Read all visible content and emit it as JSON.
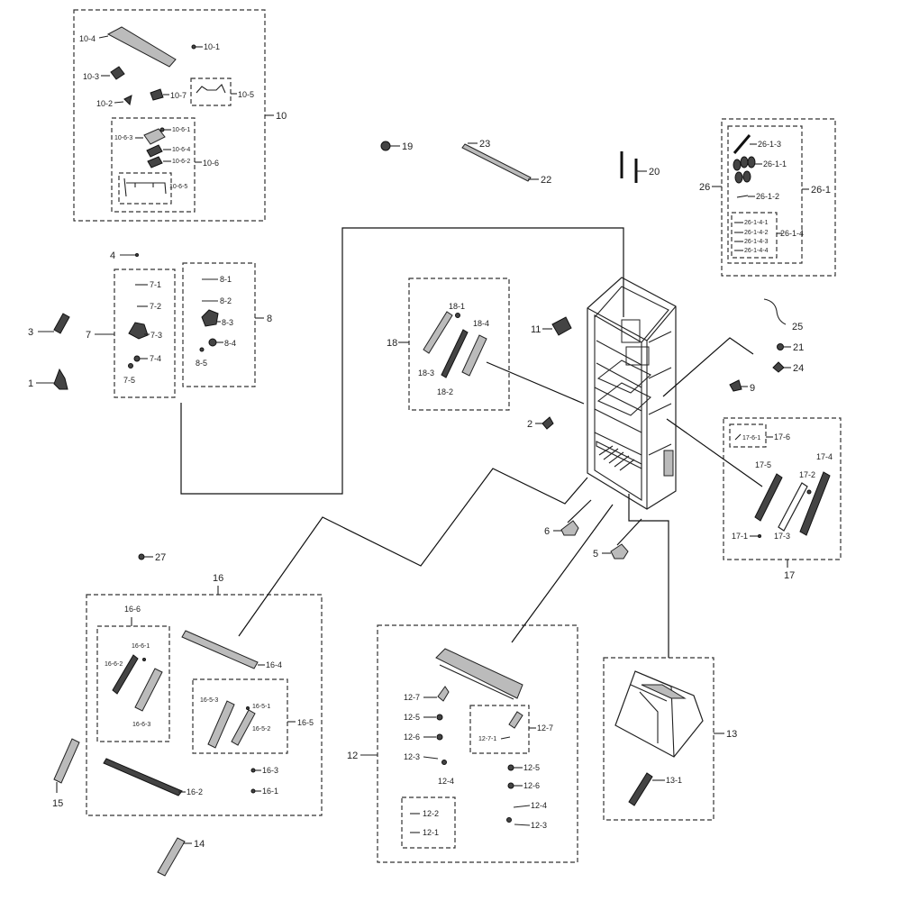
{
  "labels": {
    "l10": "10",
    "l10_1": "10-1",
    "l10_2": "10-2",
    "l10_3": "10-3",
    "l10_4": "10-4",
    "l10_5": "10-5",
    "l10_6": "10-6",
    "l10_7": "10-7",
    "l10_6_1": "10-6-1",
    "l10_6_2": "10-6-2",
    "l10_6_3": "10-6-3",
    "l10_6_4": "10-6-4",
    "l10_6_5": "10-6-5",
    "l19": "19",
    "l23": "23",
    "l22": "22",
    "l20": "20",
    "l26": "26",
    "l26_1": "26-1",
    "l26_1_1": "26-1-1",
    "l26_1_2": "26-1-2",
    "l26_1_3": "26-1-3",
    "l26_1_4": "26-1-4",
    "l26_1_4_1": "26-1-4-1",
    "l26_1_4_2": "26-1-4-2",
    "l26_1_4_3": "26-1-4-3",
    "l26_1_4_4": "26-1-4-4",
    "l4": "4",
    "l3": "3",
    "l1": "1",
    "l7": "7",
    "l7_1": "7-1",
    "l7_2": "7-2",
    "l7_3": "7-3",
    "l7_4": "7-4",
    "l7_5": "7-5",
    "l8": "8",
    "l8_1": "8-1",
    "l8_2": "8-2",
    "l8_3": "8-3",
    "l8_4": "8-4",
    "l8_5": "8-5",
    "l18": "18",
    "l18_1": "18-1",
    "l18_2": "18-2",
    "l18_3": "18-3",
    "l18_4": "18-4",
    "l11": "11",
    "l25": "25",
    "l21": "21",
    "l24": "24",
    "l9": "9",
    "l2": "2",
    "l17": "17",
    "l17_1": "17-1",
    "l17_2": "17-2",
    "l17_3": "17-3",
    "l17_4": "17-4",
    "l17_5": "17-5",
    "l17_6": "17-6",
    "l17_6_1": "17-6-1",
    "l6": "6",
    "l5": "5",
    "l27": "27",
    "l16": "16",
    "l16_1": "16-1",
    "l16_2": "16-2",
    "l16_3": "16-3",
    "l16_4": "16-4",
    "l16_5": "16-5",
    "l16_5_1": "16-5-1",
    "l16_5_2": "16-5-2",
    "l16_5_3": "16-5-3",
    "l16_6": "16-6",
    "l16_6_1": "16-6-1",
    "l16_6_2": "16-6-2",
    "l16_6_3": "16-6-3",
    "l15": "15",
    "l14": "14",
    "l12": "12",
    "l12_1": "12-1",
    "l12_2": "12-2",
    "l12_3": "12-3",
    "l12_4": "12-4",
    "l12_5": "12-5",
    "l12_6": "12-6",
    "l12_7": "12-7",
    "l12_7_1": "12-7-1",
    "l13": "13",
    "l13_1": "13-1"
  }
}
